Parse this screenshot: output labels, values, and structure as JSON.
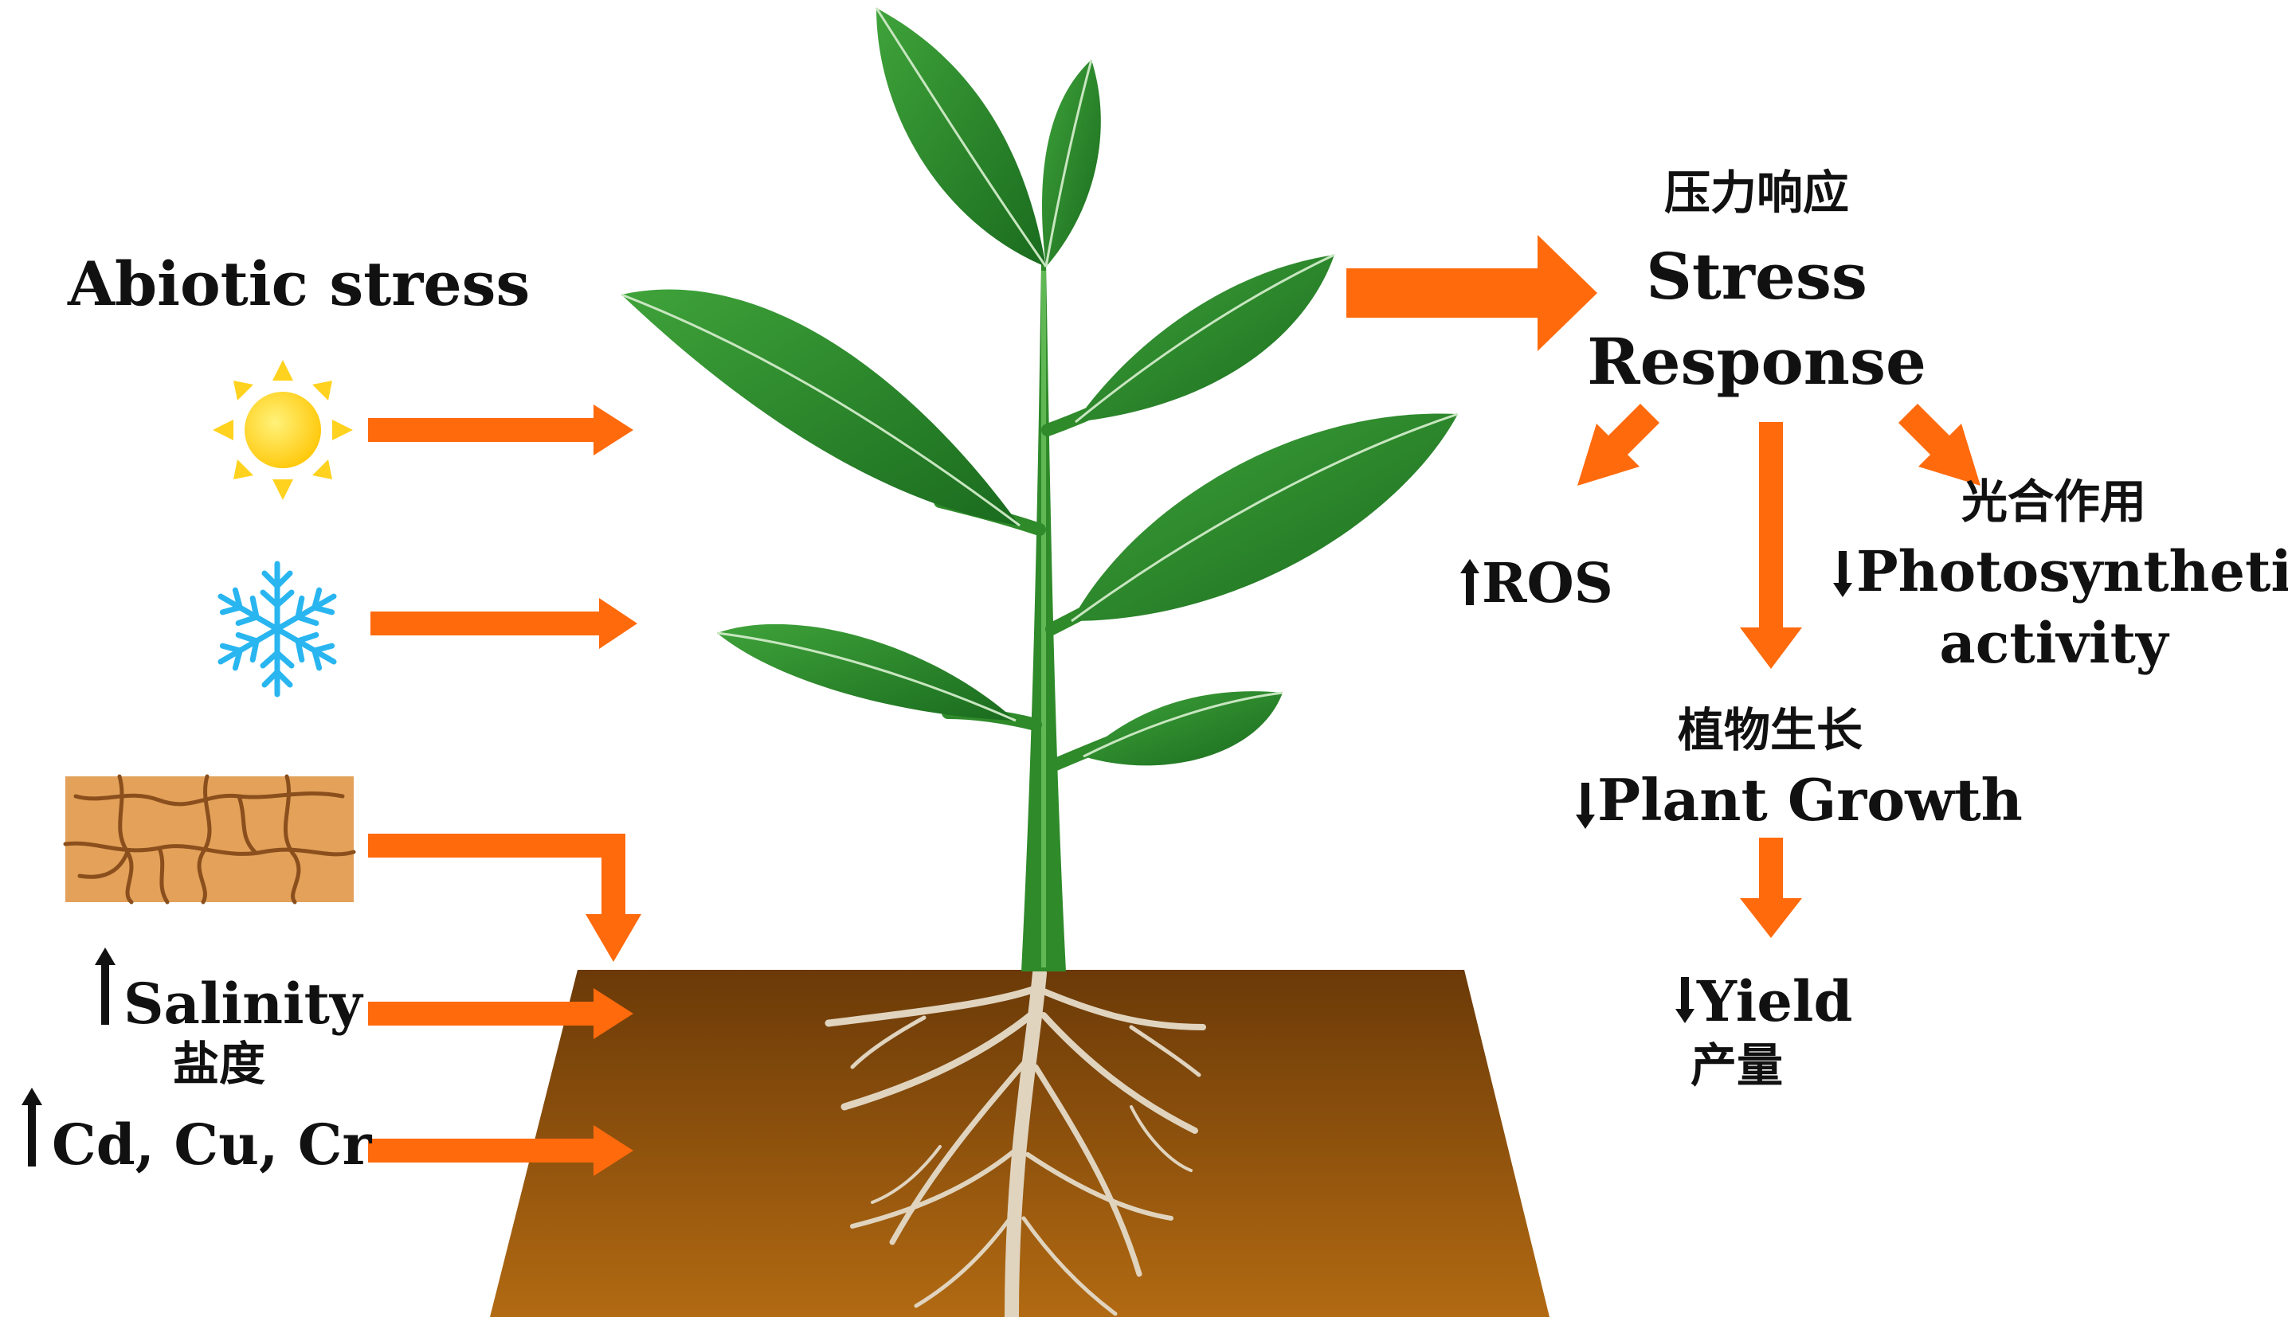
{
  "labels": {
    "abiotic_stress": "Abiotic stress",
    "stress_cn": "压力响应",
    "stress_line1": "Stress",
    "stress_line2": "Response",
    "ros": "ROS",
    "photo_cn": "光合作用",
    "photo_line1": "Photosynthetic",
    "photo_line2": "activity",
    "growth_cn": "植物生长",
    "growth": "Plant Growth",
    "yield": "Yield",
    "yield_cn": "产量",
    "salinity": "Salinity",
    "salinity_cn": "盐度",
    "metals": "Cd, Cu, Cr"
  },
  "icons": {
    "sun": "sun-icon",
    "snow": "snowflake-icon",
    "drought": "cracked-soil-icon"
  },
  "colors": {
    "arrow": "#ff6a0d",
    "leaf_dark": "#1f7a22",
    "leaf_light": "#3fa33a",
    "stem": "#2f8a2a",
    "soil_top": "#6b3a08",
    "soil_bottom": "#b26a12",
    "sun": "#ffd21f",
    "snow": "#29b6f0",
    "dry_soil": "#e3a15a"
  }
}
